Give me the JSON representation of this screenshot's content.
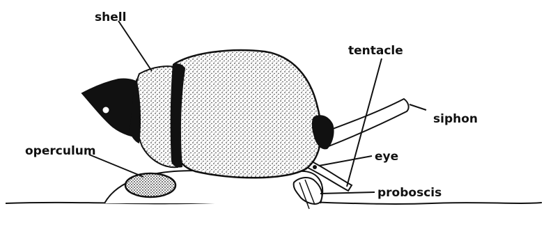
{
  "labels": {
    "shell": "shell",
    "tentacle": "tentacle",
    "siphon": "siphon",
    "operculum": "operculum",
    "eye": "eye",
    "proboscis": "proboscis"
  },
  "colors": {
    "ink": "#111111",
    "stipple": "#1a1a1a",
    "background": "#ffffff"
  }
}
